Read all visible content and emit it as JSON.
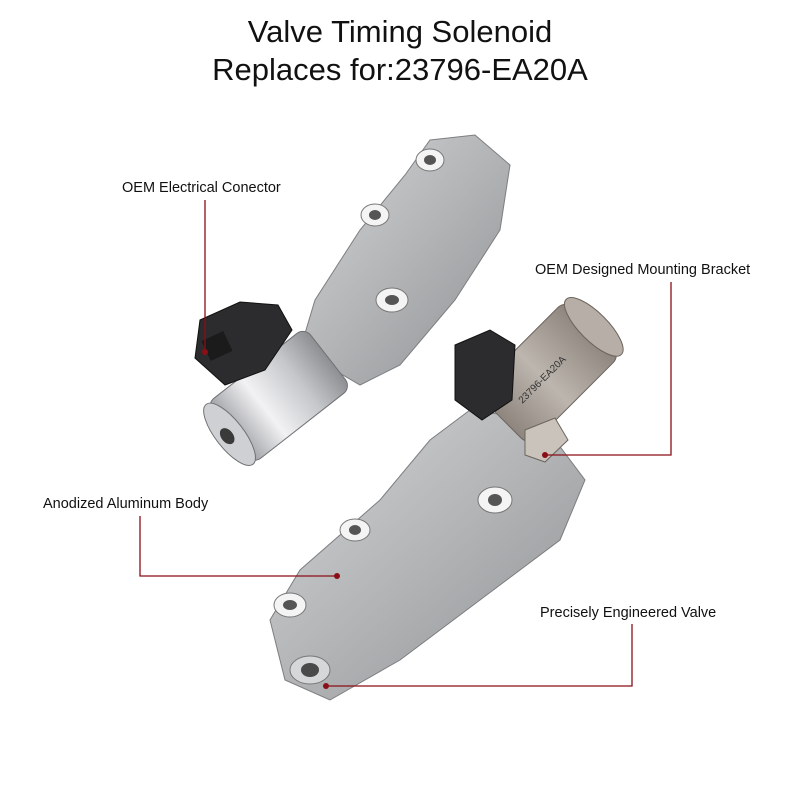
{
  "title": {
    "line1": "Valve Timing Solenoid",
    "line2": "Replaces for:23796-EA20A"
  },
  "callouts": {
    "connector": "OEM Electrical Conector",
    "bracket": "OEM Designed Mounting Bracket",
    "body": "Anodized Aluminum Body",
    "valve": "Precisely Engineered Valve"
  },
  "part_marking": "23796-EA20A",
  "colors": {
    "leader": "#8a0f16",
    "aluminum": "#b9bbbd",
    "solenoid_chrome": "#d8d9dc",
    "solenoid_bronze": "#a49c94",
    "connector": "#2c2c2e"
  }
}
